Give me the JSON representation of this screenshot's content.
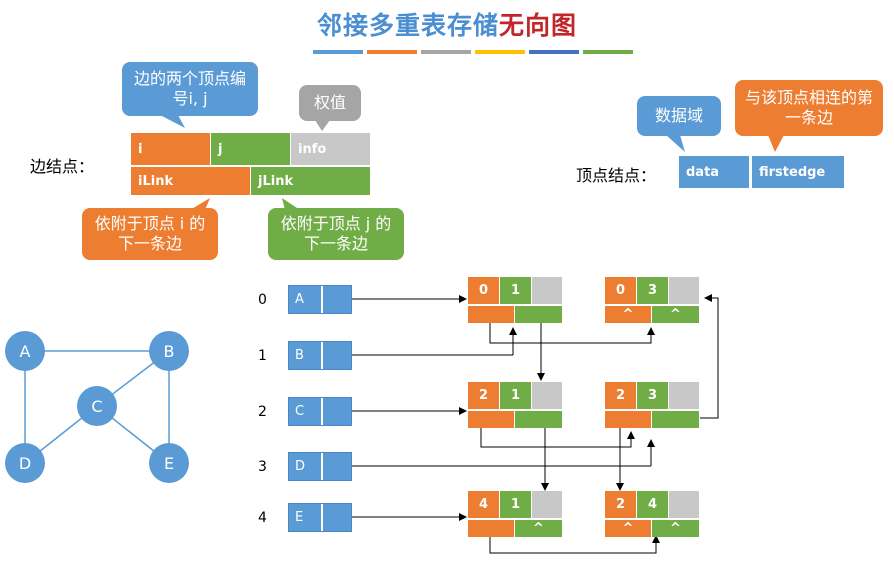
{
  "title": {
    "part1": "邻接多重表存储",
    "part2": "无向图"
  },
  "color_bar": [
    "#5b9bd5",
    "#ed7d31",
    "#a5a5a5",
    "#ffc000",
    "#4472c4",
    "#70ad47"
  ],
  "edge_node": {
    "label": "边结点：",
    "fields": {
      "i": "i",
      "j": "j",
      "info": "info",
      "ilink": "iLink",
      "jlink": "jLink"
    },
    "callouts": {
      "ij": "边的两个顶点编号i, j",
      "info": "权值",
      "ilink": "依附于顶点 i 的下一条边",
      "jlink": "依附于顶点 j 的下一条边"
    }
  },
  "vertex_node": {
    "label": "顶点结点：",
    "fields": {
      "data": "data",
      "firstedge": "firstedge"
    },
    "callouts": {
      "data": "数据域",
      "firstedge": "与该顶点相连的第一条边"
    }
  },
  "graph": {
    "vertices": [
      "A",
      "B",
      "C",
      "D",
      "E"
    ],
    "edges": [
      [
        "A",
        "B"
      ],
      [
        "A",
        "D"
      ],
      [
        "B",
        "C"
      ],
      [
        "B",
        "E"
      ],
      [
        "C",
        "D"
      ],
      [
        "C",
        "E"
      ]
    ]
  },
  "vertex_table": [
    {
      "index": "0",
      "data": "A"
    },
    {
      "index": "1",
      "data": "B"
    },
    {
      "index": "2",
      "data": "C"
    },
    {
      "index": "3",
      "data": "D"
    },
    {
      "index": "4",
      "data": "E"
    }
  ],
  "edge_list": [
    {
      "i": "0",
      "j": "1",
      "ilink_null": "",
      "jlink_null": ""
    },
    {
      "i": "0",
      "j": "3",
      "ilink_null": "^",
      "jlink_null": "^"
    },
    {
      "i": "2",
      "j": "1",
      "ilink_null": "",
      "jlink_null": ""
    },
    {
      "i": "2",
      "j": "3",
      "ilink_null": "",
      "jlink_null": ""
    },
    {
      "i": "4",
      "j": "1",
      "ilink_null": "",
      "jlink_null": "^"
    },
    {
      "i": "2",
      "j": "4",
      "ilink_null": "^",
      "jlink_null": "^"
    }
  ]
}
